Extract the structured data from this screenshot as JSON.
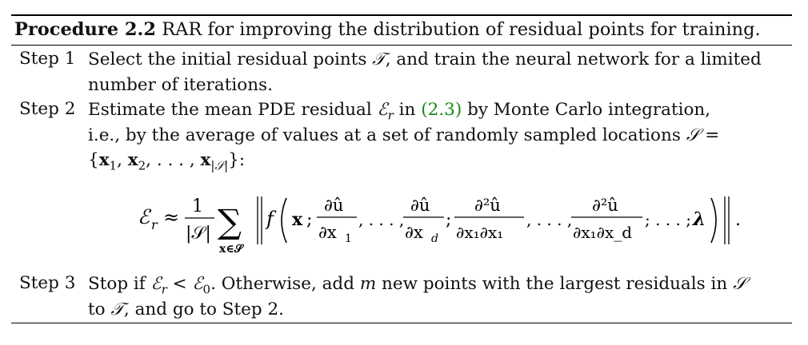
{
  "procedure": {
    "label": "Procedure 2.2",
    "title": "RAR for improving the distribution of residual points for training."
  },
  "steps": [
    {
      "label": "Step 1",
      "line1": "Select the initial residual points",
      "symbol_T": "𝒯",
      "line1_end": ", and train the neural network for a limited",
      "line2": "number of iterations."
    },
    {
      "label": "Step 2",
      "line1_a": "Estimate the mean PDE residual",
      "symbol_E": "ℰ",
      "sub_r": "r",
      "line1_b": "in",
      "ref": "(2.3)",
      "line1_c": "by Monte Carlo integration,",
      "line2": "i.e., by the average of values at a set of randomly sampled locations",
      "symbol_S": "𝒮",
      "eq_sign": "=",
      "line3": "{x1, x2, . . . , x|S|}:"
    },
    {
      "label": "Step 3",
      "line1_a": "Stop if",
      "ineq": "ℰr < ℰ0",
      "line1_b": ". Otherwise, add",
      "m": "m",
      "line1_c": "new points with the largest residuals in",
      "line2_a": "to",
      "line2_b": ", and go to Step 2."
    }
  ],
  "equation": {
    "lhs": "ℰ",
    "lhs_sub": "r",
    "approx": "≈",
    "frac_num": "1",
    "frac_den": "|𝒮|",
    "sum": "∑",
    "sum_sub": "x∈𝒮",
    "f": "f",
    "x": "x",
    "semi": ";",
    "num1": "∂û",
    "den1": "∂x",
    "den1_sub": "1",
    "dots": ", . . . ,",
    "num2": "∂û",
    "den2": "∂x",
    "den2_sub": "d",
    "num3": "∂²û",
    "den3": "∂x₁∂x₁",
    "num4": "∂²û",
    "den4": "∂x₁∂x_d",
    "tail": "; . . . ;",
    "lambda": "λ",
    "period": "."
  }
}
